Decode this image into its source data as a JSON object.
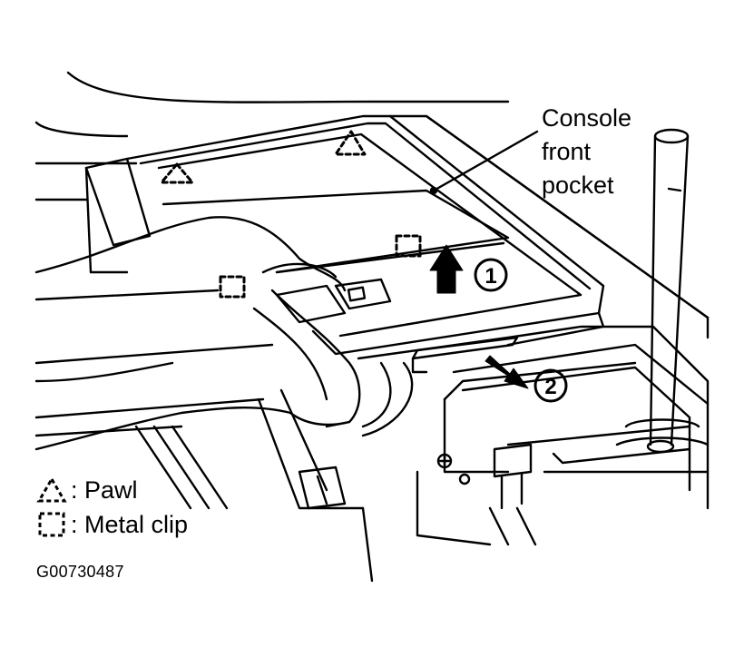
{
  "callout": {
    "lines": [
      "Console",
      "front",
      "pocket"
    ]
  },
  "steps": {
    "one": "1",
    "two": "2"
  },
  "legend": {
    "pawl_label": ": Pawl",
    "clip_label": ": Metal clip"
  },
  "figure_code": "G00730487",
  "icons": {
    "pawl": "dashed-triangle-icon",
    "clip": "dashed-square-icon",
    "arrow_up": "arrow-up-icon",
    "arrow_out": "arrow-diagonal-icon"
  },
  "colors": {
    "ink": "#000000",
    "paper": "#ffffff"
  }
}
